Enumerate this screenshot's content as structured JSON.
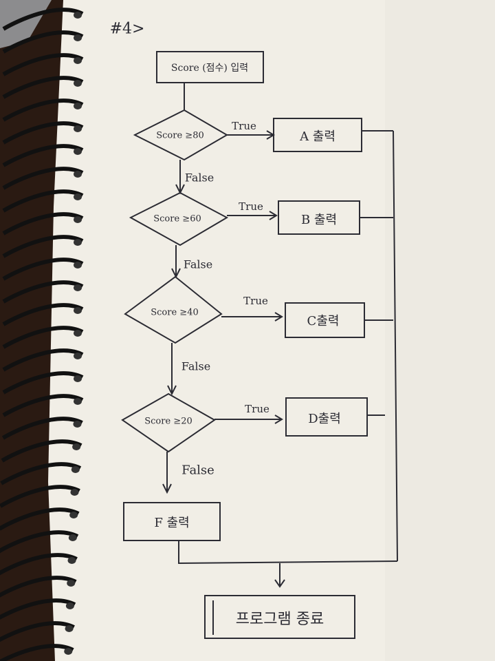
{
  "page_number": "#4>",
  "flowchart": {
    "input_box": "Score (점수) 입력",
    "decisions": [
      {
        "condition": "Score ≥80",
        "true_label": "True",
        "false_label": "False",
        "output": "A 출력"
      },
      {
        "condition": "Score ≥60",
        "true_label": "True",
        "false_label": "False",
        "output": "B 출력"
      },
      {
        "condition": "Score ≥40",
        "true_label": "True",
        "false_label": "False",
        "output": "C출력"
      },
      {
        "condition": "Score ≥20",
        "true_label": "True",
        "false_label": "False",
        "output": "D출력"
      }
    ],
    "else_output": "F 출력",
    "end_box": "프로그램 종료"
  },
  "colors": {
    "paper": "#f1eee6",
    "ink": "#2b2b33",
    "spiral": "#111111",
    "background": "#2a1a12"
  }
}
